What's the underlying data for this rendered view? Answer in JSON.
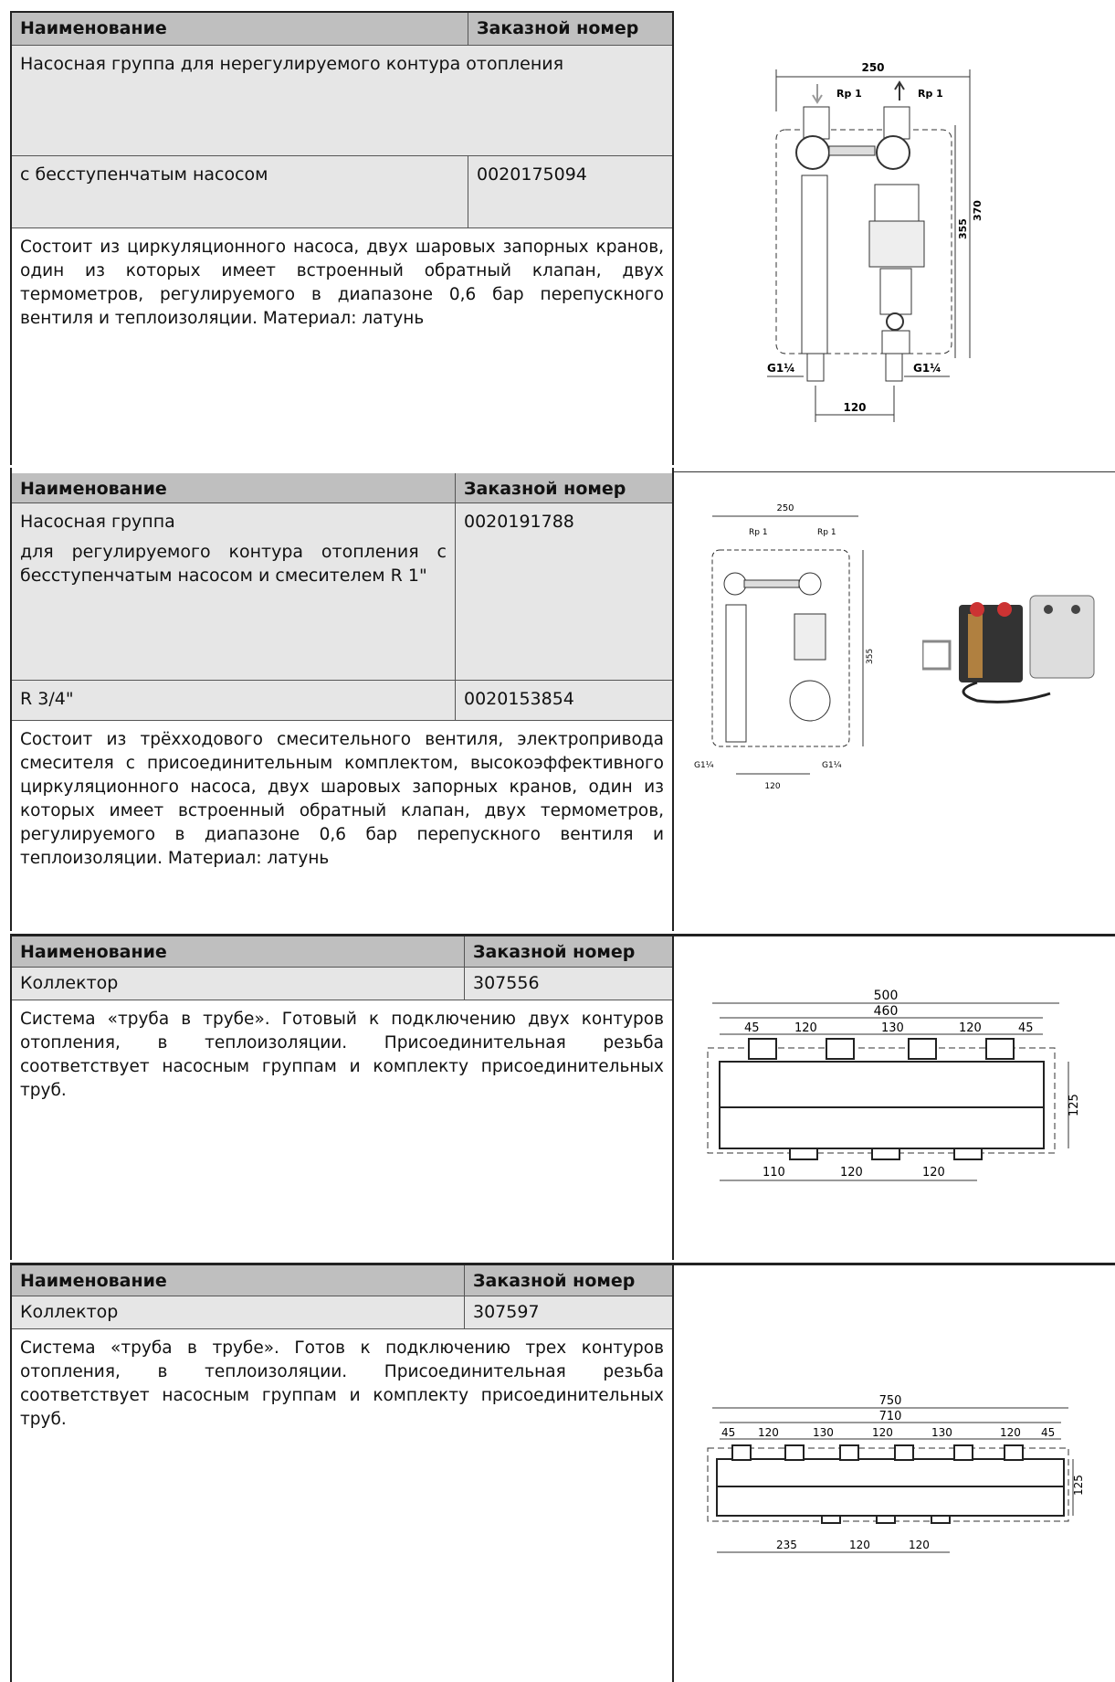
{
  "s1": {
    "col_name": "Наименование",
    "col_code": "Заказной номер",
    "title": "Насосная группа для нерегулируемого контура отопления",
    "variant_name": "с бесступенчатым насосом",
    "variant_code": "0020175094",
    "description": "Состоит из циркуляционного насоса, двух шаровых запорных кранов, один из которых имеет встроенный обратный клапан, двух термометров, регулируемого в диапазоне 0,6 бар перепускного вентиля и теплоизоляции. Материал: латунь",
    "dims": {
      "width": "250",
      "inlet": "Rp 1",
      "outlet": "Rp 1",
      "h1": "370",
      "h2": "355",
      "conn_left": "G1¼",
      "conn_right": "G1¼",
      "spacing": "120"
    }
  },
  "s2": {
    "col_name": "Наименование",
    "col_code": "Заказной номер",
    "title": "Насосная группа",
    "code": "0020191788",
    "subtitle": "для регулируемого контура отопления с бесступенчатым насосом и смесителем R 1\"",
    "variant_name": "R 3/4\"",
    "variant_code": "0020153854",
    "description": "Состоит из трёхходового смесительного вентиля, электропривода смесителя с присоединительным комплектом, высокоэффективного циркуляционного насоса, двух шаровых запорных кранов, один из которых имеет встроенный обратный клапан, двух термометров, регулируемого в диапазоне 0,6 бар перепускного вентиля и теплоизоляции. Материал: латунь",
    "dims": {
      "width": "250",
      "inlet": "Rp 1",
      "outlet": "Rp 1",
      "h": "355",
      "conn_left": "G1¼",
      "conn_right": "G1¼",
      "spacing": "120"
    }
  },
  "s3": {
    "col_name": "Наименование",
    "col_code": "Заказной номер",
    "title": "Коллектор",
    "code": "307556",
    "description": "Система «труба в трубе». Готовый к подключению двух контуров отопления, в теплоизоляции. Присоединительная резьба соответствует насосным группам и комплекту присоединительных труб.",
    "dims": {
      "total": "500",
      "inner": "460",
      "top": [
        "45",
        "120",
        "130",
        "120",
        "45"
      ],
      "height": "125",
      "bottom": [
        "110",
        "120",
        "120"
      ]
    }
  },
  "s4": {
    "col_name": "Наименование",
    "col_code": "Заказной номер",
    "title": "Коллектор",
    "code": "307597",
    "description": "Система «труба в трубе». Готов к подключению трех контуров отопления, в теплоизоляции. Присоединительная резьба соответствует насосным группам и комплекту присоединительных труб.",
    "dims": {
      "total": "750",
      "inner": "710",
      "top": [
        "45",
        "120",
        "130",
        "120",
        "130",
        "120",
        "45"
      ],
      "height": "125",
      "bottom": [
        "235",
        "120",
        "120"
      ]
    }
  }
}
